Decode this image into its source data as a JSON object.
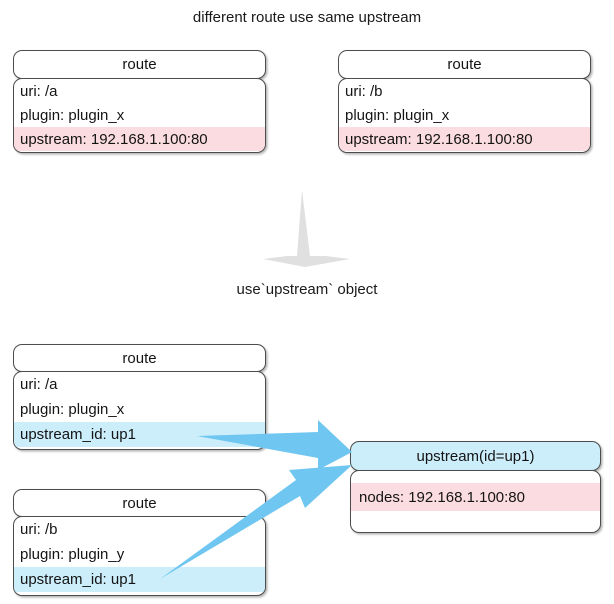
{
  "diagram": {
    "caption_top": "different route use same upstream",
    "caption_middle": "use`upstream` object",
    "before": {
      "route_a": {
        "header": "route",
        "rows": [
          "uri: /a",
          "plugin: plugin_x",
          "upstream: 192.168.1.100:80"
        ]
      },
      "route_b": {
        "header": "route",
        "rows": [
          "uri: /b",
          "plugin: plugin_x",
          "upstream: 192.168.1.100:80"
        ]
      }
    },
    "after": {
      "route_c": {
        "header": "route",
        "rows": [
          "uri: /a",
          "plugin: plugin_x",
          "upstream_id: up1"
        ]
      },
      "route_d": {
        "header": "route",
        "rows": [
          "uri: /b",
          "plugin: plugin_y",
          "upstream_id: up1"
        ]
      },
      "upstream": {
        "header": "upstream(id=up1)",
        "rows": [
          "nodes: 192.168.1.100:80"
        ]
      }
    },
    "colors": {
      "highlight_pink": "#fbdce0",
      "highlight_blue": "#cceefb",
      "arrow_blue": "#6fc6f0",
      "arrow_gray": "#e0e0e0",
      "box_border": "#4d4d4d",
      "text": "#141414",
      "background": "#ffffff"
    }
  }
}
